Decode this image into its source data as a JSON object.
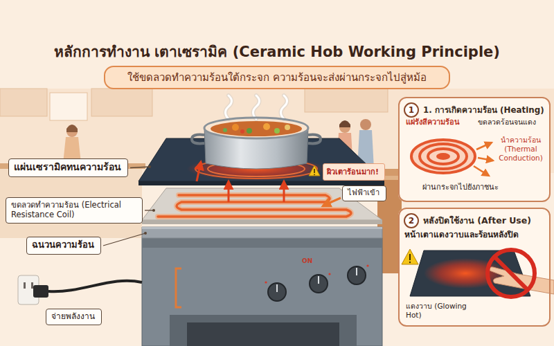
{
  "diagram": {
    "title": "หลักการทำงาน เตาเซรามิค (Ceramic Hob Working Principle)",
    "nodes": [
      {
        "text": [
          "ใช้ขดลวดทำความร้อนใต้กระจก ความร้อนจะส่งผ่านกระจกไปสู่หม้อ"
        ]
      },
      {
        "text": [
          "1. การเกิดความร้อน (Heating)"
        ]
      },
      {
        "text": [
          "1"
        ],
        "in": 1
      },
      {
        "text": [
          "แผ่นเซรามิคทนความร้อน"
        ]
      },
      {
        "text": [
          "ผิวเตาร้อนมาก!"
        ]
      },
      {
        "text": [
          "ไฟฟ้าเข้า"
        ]
      },
      {
        "text": [
          "ขดลวดทำความร้อน (Electrical Resistance Coil)"
        ]
      },
      {
        "text": [
          "ฉนวนความร้อน"
        ]
      },
      {
        "text": [
          "หลังปิดใช้งาน (After Use)"
        ]
      },
      {
        "text": [
          "2"
        ],
        "in": 8
      },
      {
        "text": [
          "จ่ายพลังงาน"
        ]
      }
    ],
    "labels": [
      "แผ่รังสีความร้อน",
      "ขดลวดร้อนจนแดง",
      "นำความร้อน (Thermal Conduction)",
      "ผ่านกระจกไปยังภาชนะ",
      "หน้าเตาแดงวาบและร้อนหลังปิด",
      "แดงวาบ (Glowing Hot)",
      "ON"
    ]
  }
}
